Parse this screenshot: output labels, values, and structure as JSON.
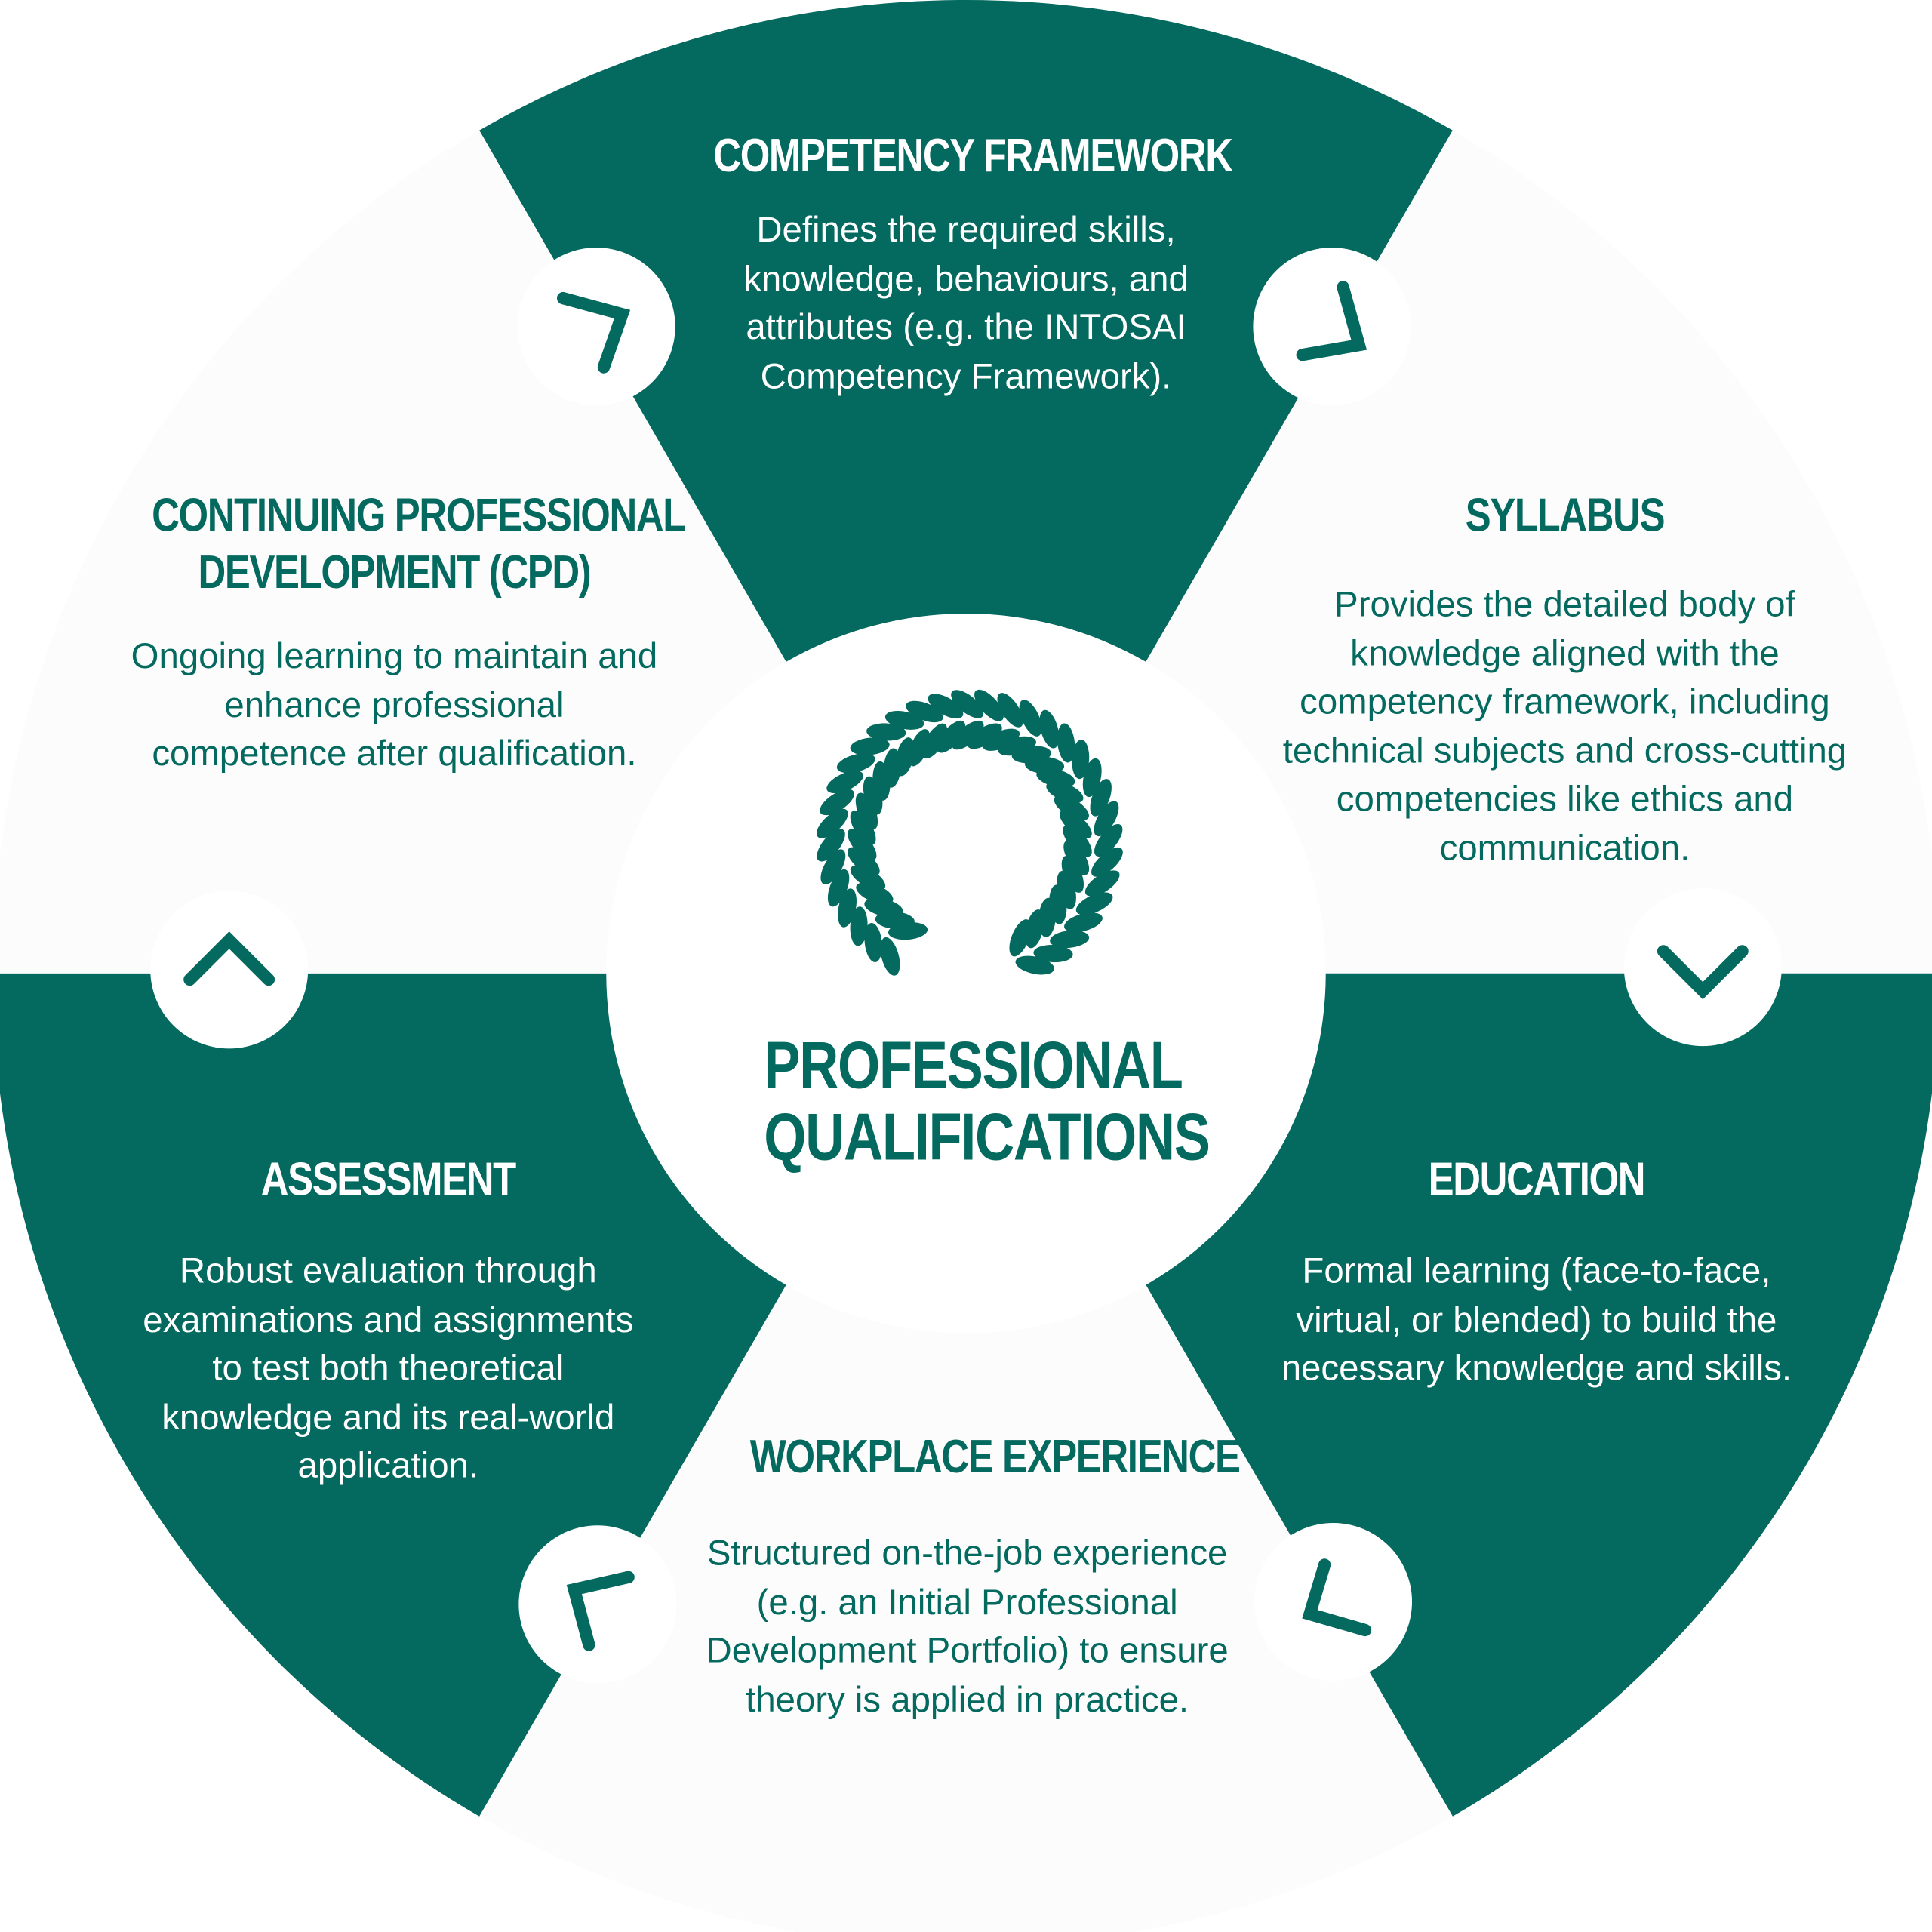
{
  "colors": {
    "accent": "#04695e",
    "light_segment": "#fcfcfc",
    "background": "#ffffff"
  },
  "center": {
    "title_line1": "PROFESSIONAL",
    "title_line2": "QUALIFICATIONS",
    "icon": "laurel-wreath-icon"
  },
  "segments": [
    {
      "id": "competency-framework",
      "title": "COMPETENCY FRAMEWORK",
      "body": "Defines the required skills, knowledge, behaviours, and attributes (e.g. the INTOSAI Competency Framework)."
    },
    {
      "id": "syllabus",
      "title": "SYLLABUS",
      "body": "Provides the detailed body of knowledge aligned with the competency framework, including technical subjects and cross-cutting competencies like ethics and communication."
    },
    {
      "id": "education",
      "title": "EDUCATION",
      "body": "Formal learning (face-to-face, virtual, or blended) to build the necessary knowledge and skills."
    },
    {
      "id": "workplace-experience",
      "title": "WORKPLACE EXPERIENCE",
      "body": "Structured on-the-job experience (e.g. an Initial Professional Development Portfolio) to ensure theory is applied in practice."
    },
    {
      "id": "assessment",
      "title": "ASSESSMENT",
      "body": "Robust evaluation through examinations and assignments to test both theoretical knowledge and its real-world application."
    },
    {
      "id": "cpd",
      "title_line1": "CONTINUING PROFESSIONAL",
      "title_line2": "DEVELOPMENT (CPD)",
      "body": "Ongoing learning to maintain and enhance professional competence after qualification."
    }
  ]
}
